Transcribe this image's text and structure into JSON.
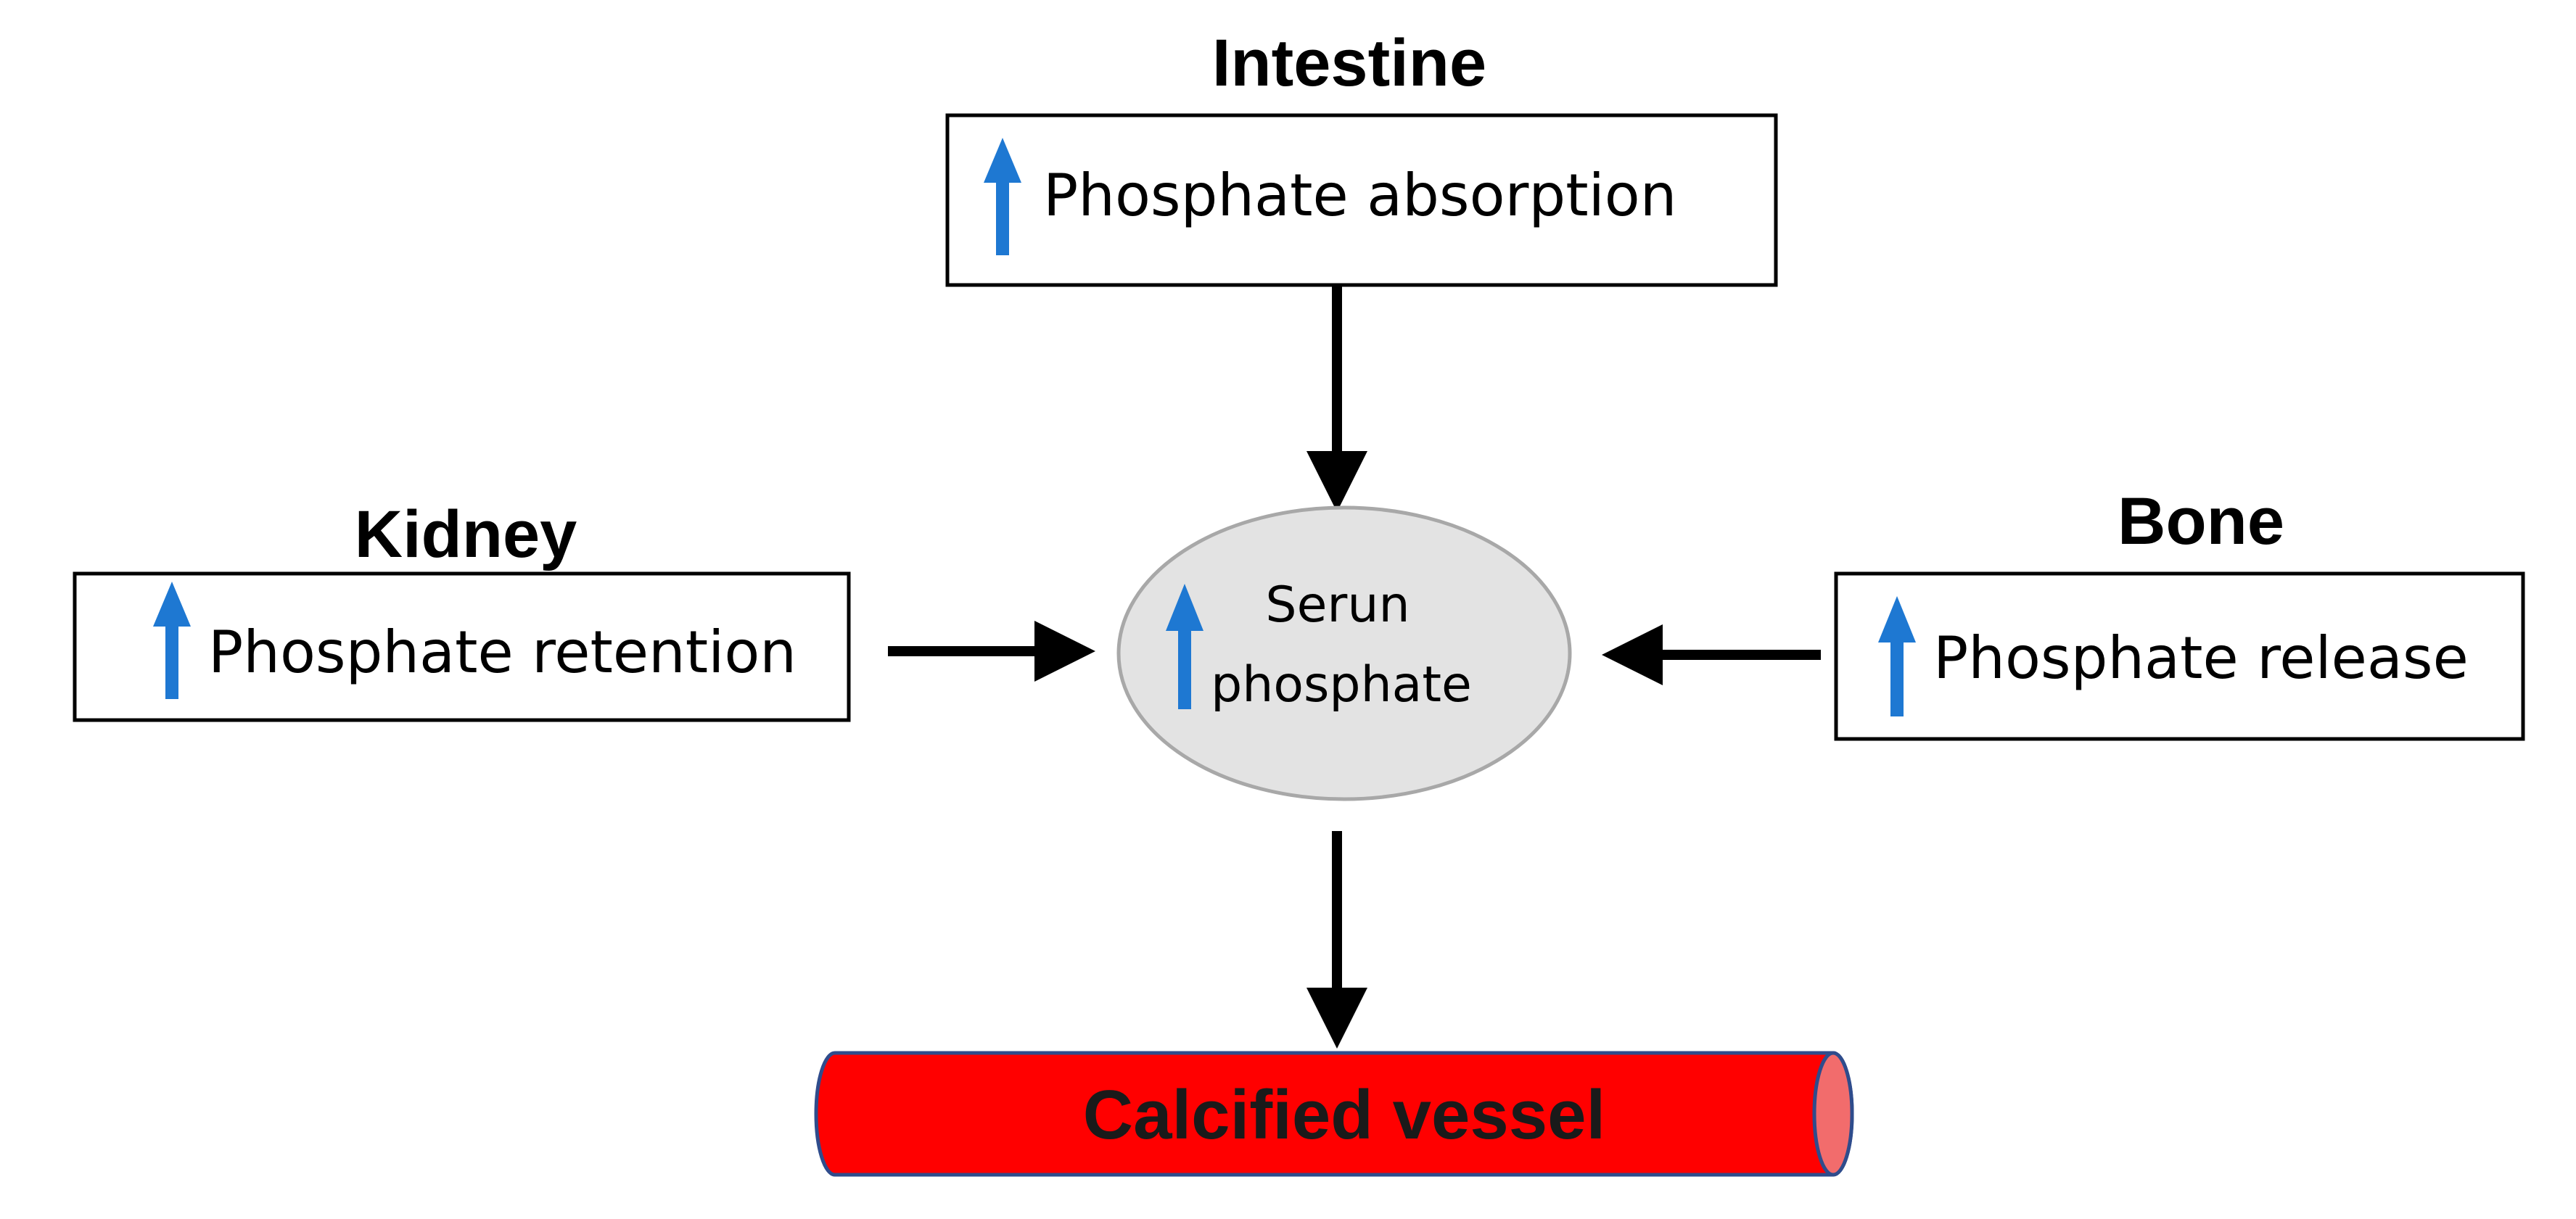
{
  "colors": {
    "up_arrow": "#1E78D2",
    "box_border": "#000000",
    "connector": "#000000",
    "node_fill": "#E3E3E3",
    "node_border": "#A8A8A8",
    "vessel_fill": "#FF0000",
    "vessel_end_fill": "#F26C6C",
    "vessel_border": "#2F4C8C"
  },
  "intestine": {
    "heading": "Intestine",
    "label": "Phosphate absorption",
    "indicator_icon": "up-arrow-icon"
  },
  "kidney": {
    "heading": "Kidney",
    "label": "Phosphate retention",
    "indicator_icon": "up-arrow-icon"
  },
  "bone": {
    "heading": "Bone",
    "label": "Phosphate release",
    "indicator_icon": "up-arrow-icon"
  },
  "serum": {
    "line1": "Serun",
    "line2": "phosphate",
    "indicator_icon": "up-arrow-icon"
  },
  "vessel": {
    "label": "Calcified vessel"
  }
}
